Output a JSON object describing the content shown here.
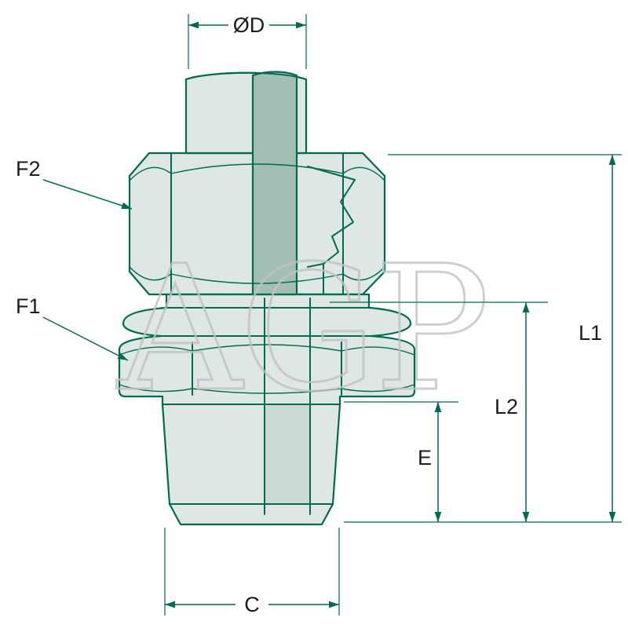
{
  "diagram": {
    "watermark_text": "AGP",
    "labels": {
      "od": "ØD",
      "f2": "F2",
      "f1": "F1",
      "l1": "L1",
      "l2": "L2",
      "e": "E",
      "c": "C"
    },
    "colors": {
      "background": "#ffffff",
      "line_green": "#006a52",
      "body_fill": "#dee7e3",
      "section_fill": "#a3bfb3",
      "bore_fill": "#cdd9d3",
      "watermark_gray": "#c2c2c2",
      "label_text": "#1c1c1c"
    }
  }
}
